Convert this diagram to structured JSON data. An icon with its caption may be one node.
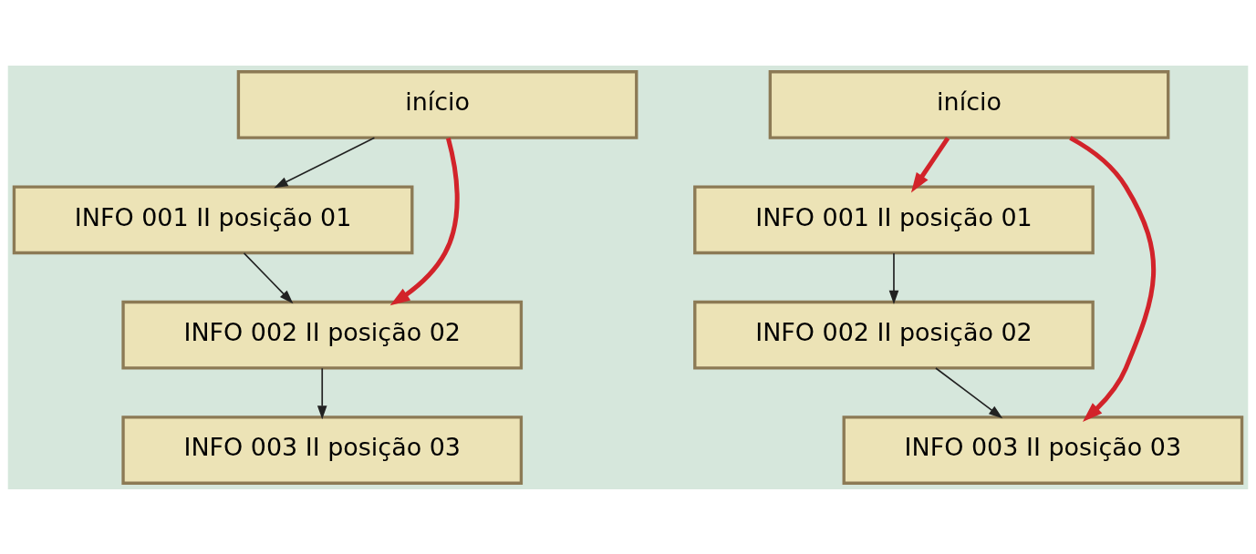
{
  "diagram": {
    "nodes": [
      {
        "text": [
          "início"
        ]
      },
      {
        "text": [
          "INFO 001 II posição 01"
        ]
      },
      {
        "text": [
          "INFO 002 II posição 02"
        ]
      },
      {
        "text": [
          "INFO 003 II posição 03"
        ]
      },
      {
        "text": [
          "início"
        ]
      },
      {
        "text": [
          "INFO 001 II posição 01"
        ]
      },
      {
        "text": [
          "INFO 002 II posição 02"
        ]
      },
      {
        "text": [
          "INFO 003 II posição 03"
        ]
      }
    ],
    "edges": [
      {
        "from": 0,
        "to": 1,
        "arrow": "to"
      },
      {
        "from": 1,
        "to": 2,
        "arrow": "to"
      },
      {
        "from": 0,
        "to": 2,
        "arrow": "to",
        "style": "thick",
        "color": "#d2232a"
      },
      {
        "from": 2,
        "to": 3,
        "arrow": "to"
      },
      {
        "from": 4,
        "to": 5,
        "arrow": "to",
        "style": "thick",
        "color": "#d2232a"
      },
      {
        "from": 5,
        "to": 6,
        "arrow": "to"
      },
      {
        "from": 6,
        "to": 7,
        "arrow": "to"
      },
      {
        "from": 4,
        "to": 7,
        "arrow": "to",
        "style": "thick",
        "color": "#d2232a"
      }
    ]
  }
}
